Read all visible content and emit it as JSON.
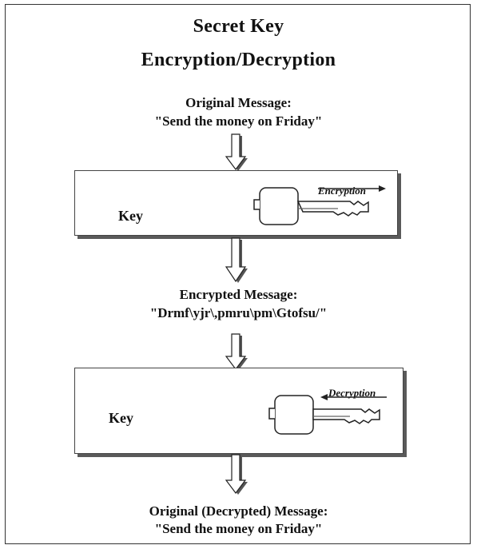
{
  "title": {
    "line1": "Secret Key",
    "line2": "Encryption/Decryption"
  },
  "original_message": {
    "label": "Original Message:",
    "text": "\"Send the money on Friday\""
  },
  "encryption_box": {
    "key_label": "Key",
    "operation_label": "Encryption"
  },
  "encrypted_message": {
    "label": "Encrypted Message:",
    "text": "\"Drmf\\yjr\\,pmru\\pm\\Gtofsu/\""
  },
  "decryption_box": {
    "key_label": "Key",
    "operation_label": "Decryption"
  },
  "decrypted_message": {
    "label": "Original (Decrypted) Message:",
    "text": "\"Send the money on Friday\""
  },
  "icons": [
    "down-arrow-icon",
    "key-icon",
    "arrow-right-icon",
    "arrow-left-icon"
  ]
}
